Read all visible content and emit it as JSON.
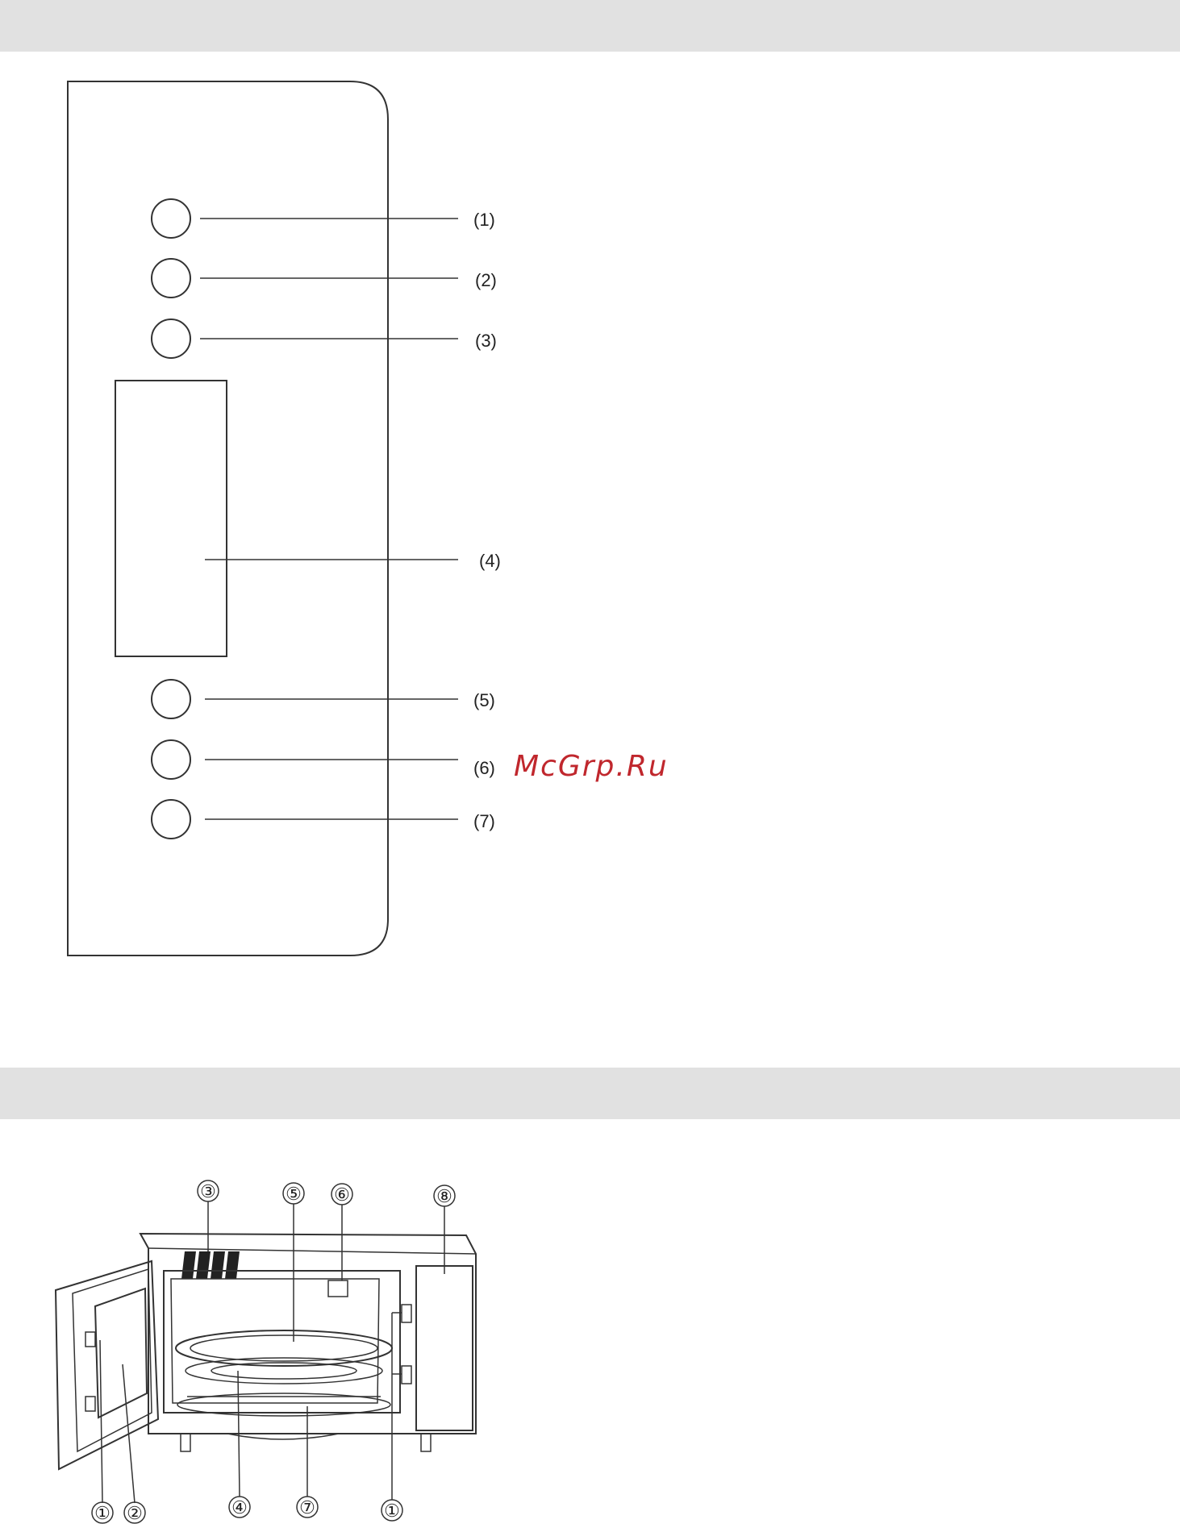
{
  "watermark": "McGrp.Ru",
  "control_panel": {
    "callouts": [
      {
        "label": "(1)"
      },
      {
        "label": "(2)"
      },
      {
        "label": "(3)"
      },
      {
        "label": "(4)"
      },
      {
        "label": "(5)"
      },
      {
        "label": "(6)"
      },
      {
        "label": "(7)"
      }
    ]
  },
  "oven_diagram": {
    "callouts": [
      {
        "label": "①"
      },
      {
        "label": "②"
      },
      {
        "label": "③"
      },
      {
        "label": "④"
      },
      {
        "label": "⑤"
      },
      {
        "label": "⑥"
      },
      {
        "label": "⑦"
      },
      {
        "label": "①"
      },
      {
        "label": "⑧"
      }
    ]
  },
  "colors": {
    "band": "#e1e1e1",
    "watermark": "#c0272d",
    "line": "#333333"
  }
}
